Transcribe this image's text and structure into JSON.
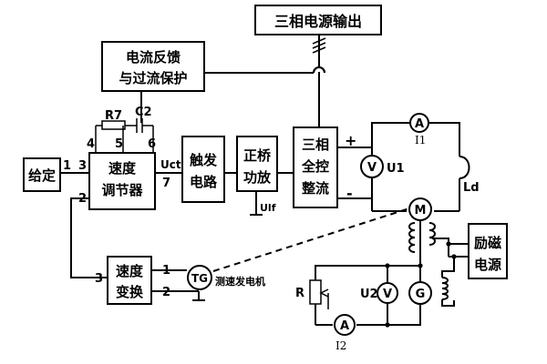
{
  "blocks": {
    "power_output": "三相电源输出",
    "feedback_line1": "电流反馈",
    "feedback_line2": "与过流保护",
    "setpoint": "给定",
    "speed_reg_line1": "速度",
    "speed_reg_line2": "调节器",
    "trigger_line1": "触发",
    "trigger_line2": "电路",
    "bridge_line1": "正桥",
    "bridge_line2": "功放",
    "rectifier_line1": "三相",
    "rectifier_line2": "全控",
    "rectifier_line3": "整流",
    "speed_conv_line1": "速度",
    "speed_conv_line2": "变换",
    "excitation_line1": "励磁",
    "excitation_line2": "电源"
  },
  "components": {
    "r7": "R7",
    "c2": "C2",
    "uct": "Uct",
    "ulf": "Ulf",
    "tg": "TG",
    "tg_caption": "测速发电机",
    "motor": "M",
    "generator": "G",
    "ammeter": "A",
    "voltmeter": "V",
    "u1": "U1",
    "u2": "U2",
    "i1": "I1",
    "i2": "I2",
    "ld": "Ld",
    "r": "R",
    "plus": "+",
    "minus": "-"
  },
  "pins": {
    "p1": "1",
    "p2": "2",
    "p3": "3",
    "p4": "4",
    "p5": "5",
    "p6": "6",
    "p7": "7"
  }
}
